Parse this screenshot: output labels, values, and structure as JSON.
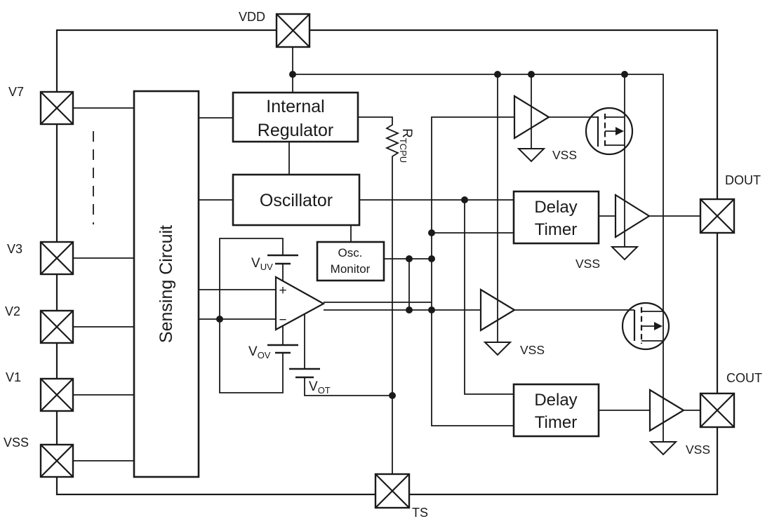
{
  "pads": {
    "vdd": "VDD",
    "v7": "V7",
    "v3": "V3",
    "v2": "V2",
    "v1": "V1",
    "vss": "VSS",
    "dout": "DOUT",
    "cout": "COUT",
    "ts": "TS"
  },
  "blocks": {
    "sensing_circuit": "Sensing Circuit",
    "internal_regulator_line1": "Internal",
    "internal_regulator_line2": "Regulator",
    "oscillator": "Oscillator",
    "osc_monitor_line1": "Osc.",
    "osc_monitor_line2": "Monitor",
    "delay_timer_dout_line1": "Delay",
    "delay_timer_dout_line2": "Timer",
    "delay_timer_cout_line1": "Delay",
    "delay_timer_cout_line2": "Timer"
  },
  "comparator": {
    "plus_input": "+",
    "minus_input": "−"
  },
  "references": {
    "vuv_base": "V",
    "vuv_sub": "UV",
    "vov_base": "V",
    "vov_sub": "OV",
    "vot_base": "V",
    "vot_sub": "OT",
    "rtcpu_base": "R",
    "rtcpu_sub": "TCPU"
  },
  "ground_labels": {
    "predriver_dout": "VSS",
    "predriver_cout": "VSS",
    "driver_dout": "VSS",
    "driver_cout": "VSS"
  },
  "colors": {
    "line": "#1a1a1a",
    "text": "#1a1a1a",
    "background": "#ffffff"
  }
}
